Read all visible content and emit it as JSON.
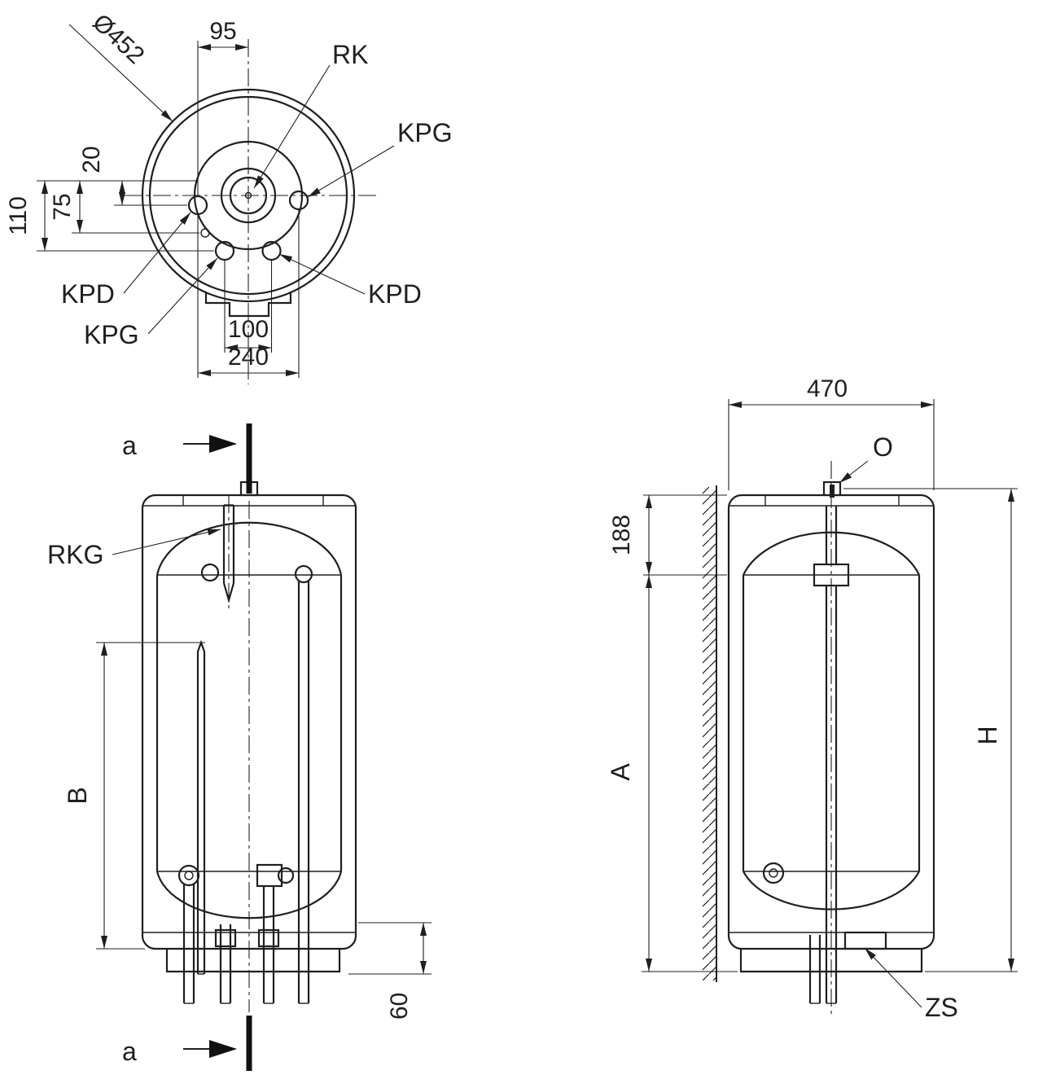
{
  "colors": {
    "line": "#1f1f1f",
    "background": "#ffffff"
  },
  "top_view": {
    "dims": {
      "diameter": "Ø452",
      "d95": "95",
      "d20": "20",
      "d75": "75",
      "d110": "110",
      "d100": "100",
      "d240": "240"
    },
    "labels": {
      "rk": "RK",
      "kpg_right": "KPG",
      "kpd_right": "KPD",
      "kpd_left": "KPD",
      "kpg_left": "KPG"
    }
  },
  "front_view": {
    "labels": {
      "section_top": "a",
      "section_bottom": "a",
      "rkg": "RKG"
    },
    "dims": {
      "b": "B",
      "d60": "60"
    }
  },
  "side_view": {
    "labels": {
      "o": "O",
      "zs": "ZS"
    },
    "dims": {
      "d470": "470",
      "d188": "188",
      "a": "A",
      "h": "H"
    }
  }
}
